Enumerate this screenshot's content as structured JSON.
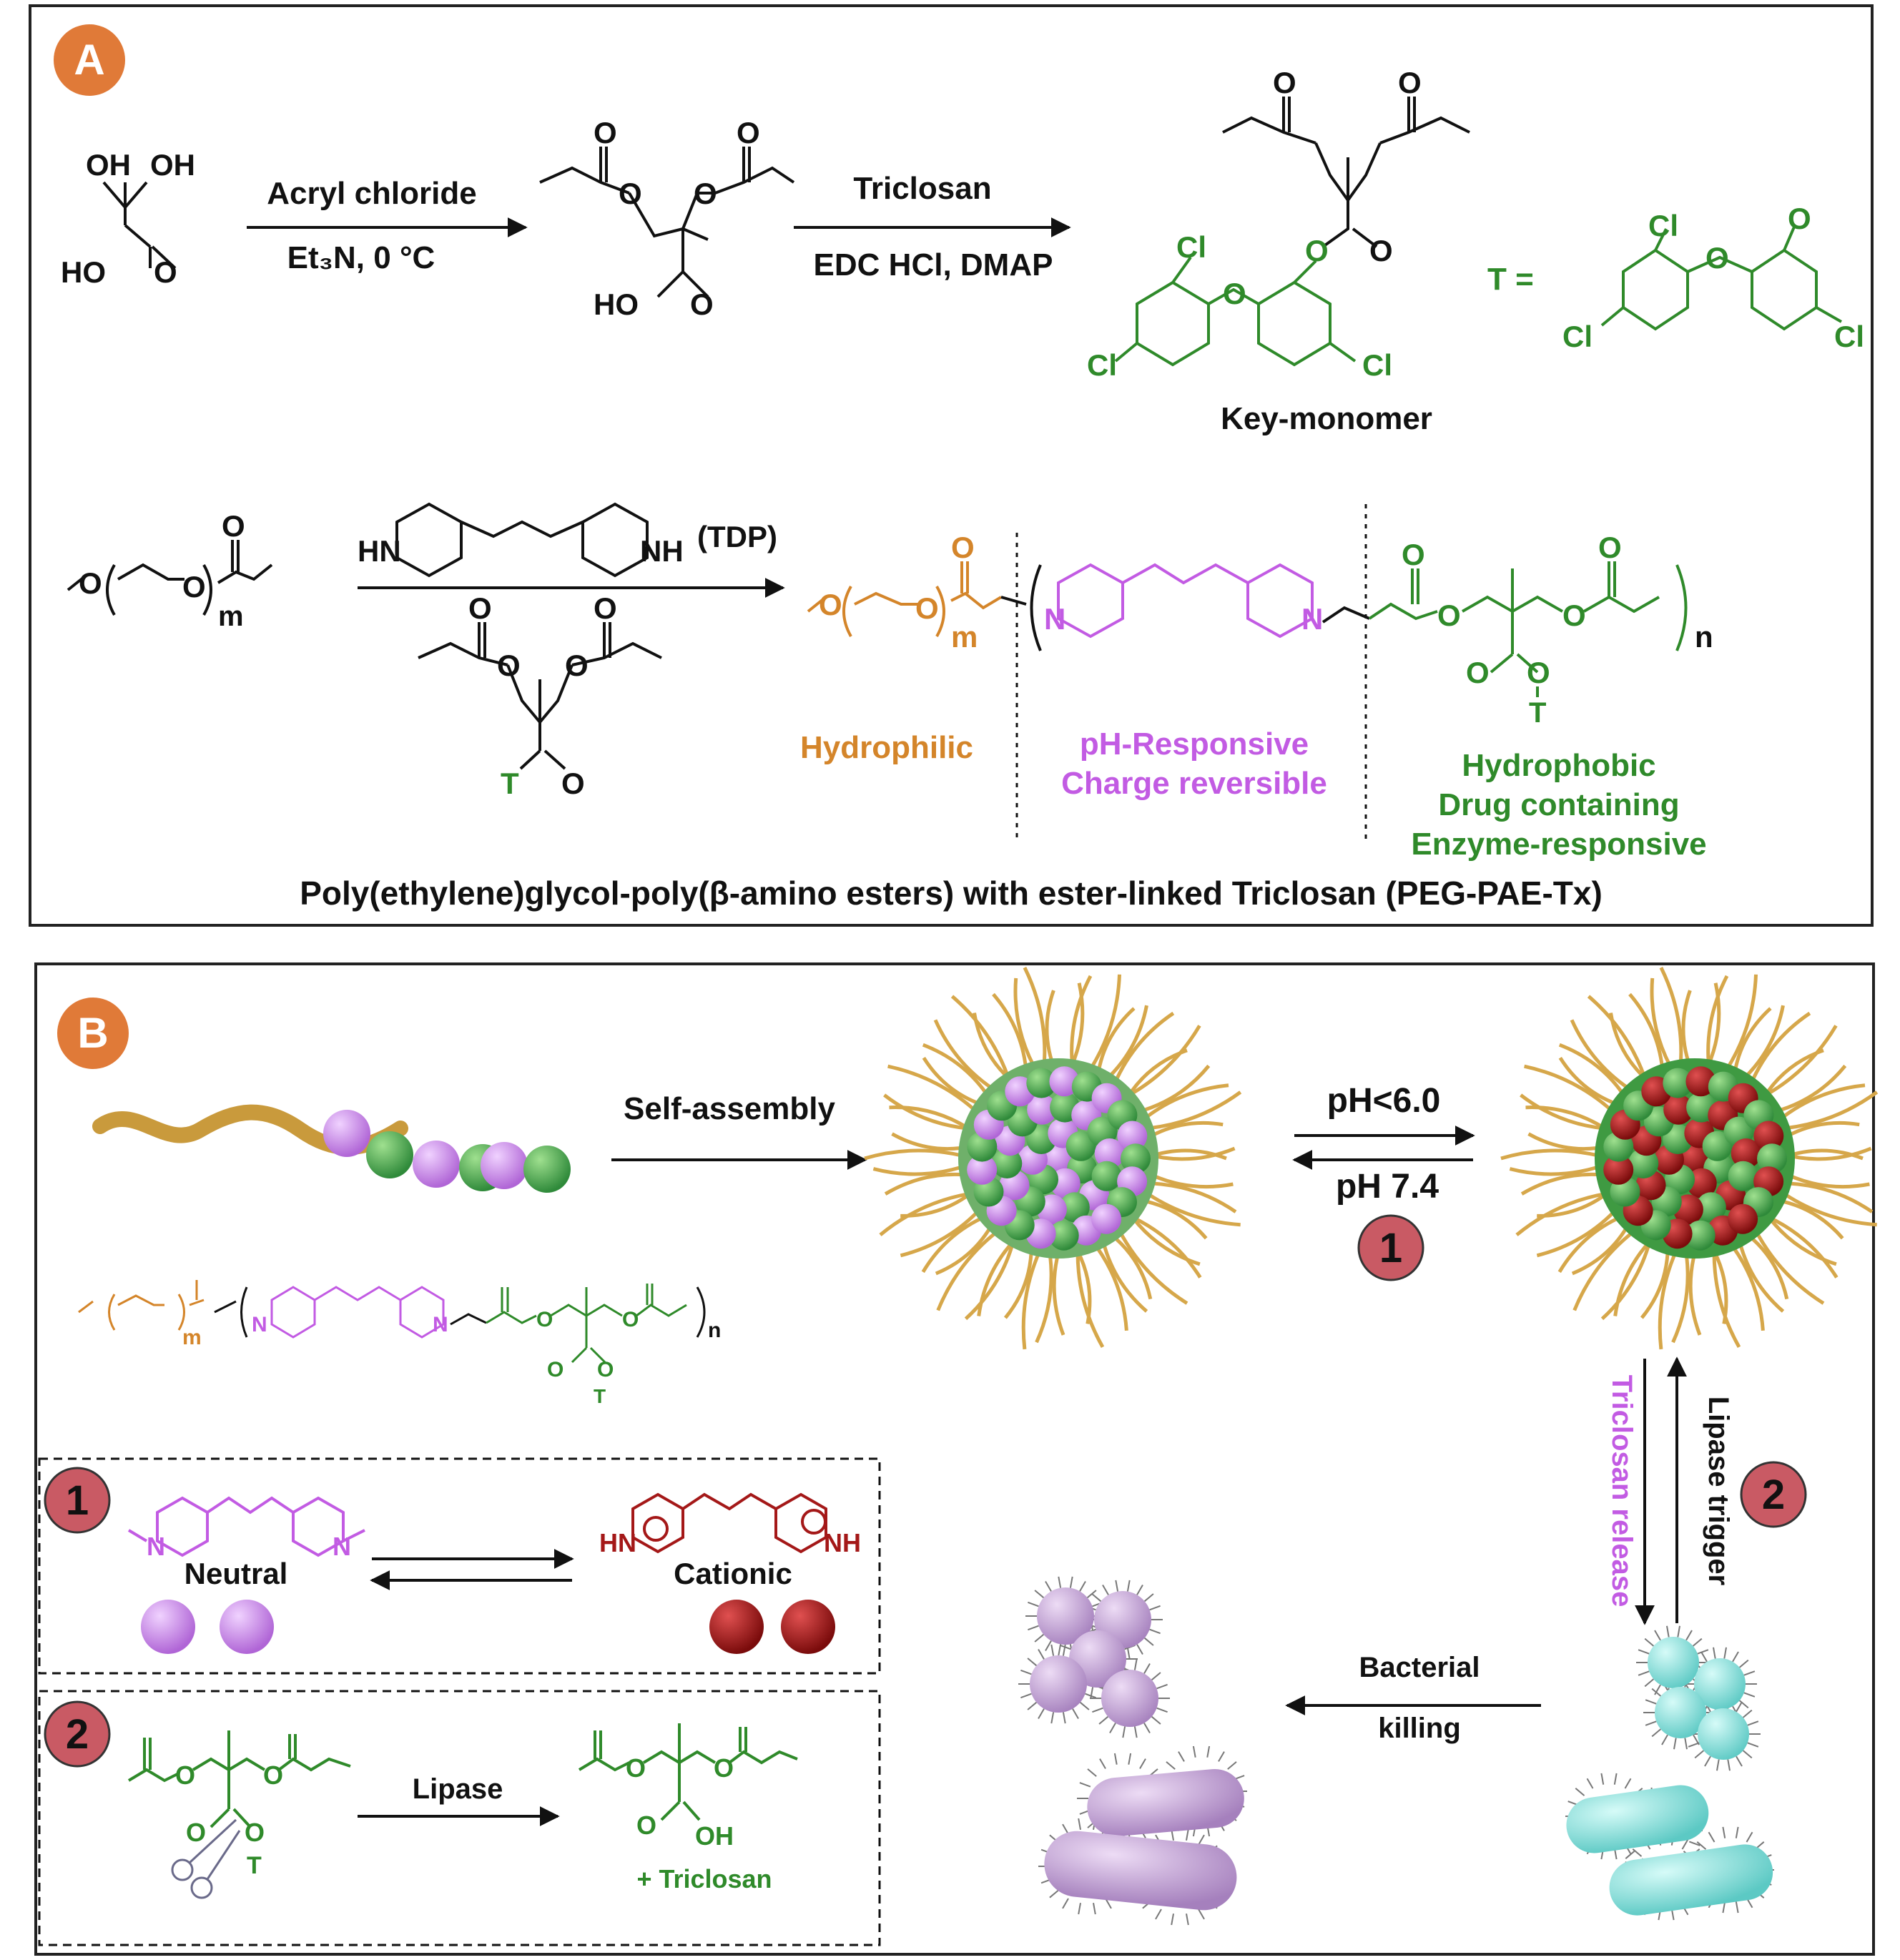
{
  "colors": {
    "hydrophilic": "#d4852a",
    "ph_responsive": "#c25be3",
    "hydrophobic": "#2f8a2a",
    "cationic": "#a41818",
    "released_bacteria": "#7ee0dc",
    "bacteria": "#c9a6d9",
    "badge_orange": "#e07a38",
    "badge_red": "#c95a64"
  },
  "panel_a": {
    "badge": "A",
    "reagent1_top": "Acryl chloride",
    "reagent1_bottom": "Et₃N, 0 °C",
    "reagent2_top": "Triclosan",
    "reagent2_bottom": "EDC HCl, DMAP",
    "oh1": "OH",
    "oh2": "OH",
    "ho": "HO",
    "o": "O",
    "cl": "Cl",
    "t_eq": "T =",
    "t": "T",
    "key_monomer": "Key-monomer",
    "hn": "HN",
    "nh": "NH",
    "tdp": "(TDP)",
    "n_atom": "N",
    "sub_m": "m",
    "sub_n": "n",
    "hydrophilic": "Hydrophilic",
    "ph_responsive": "pH-Responsive",
    "charge_reversible": "Charge reversible",
    "hydrophobic": "Hydrophobic",
    "drug_containing": "Drug containing",
    "enzyme_responsive": "Enzyme-responsive",
    "caption": "Poly(ethylene)glycol-poly(β-amino esters) with ester-linked Triclosan (PEG-PAE-Tx)"
  },
  "panel_b": {
    "badge": "B",
    "self_assembly": "Self-assembly",
    "ph_low": "pH<6.0",
    "ph_neutral": "pH 7.4",
    "step1": "1",
    "step2": "2",
    "triclosan_release": "Triclosan release",
    "lipase_trigger": "Lipase trigger",
    "bacterial": "Bacterial",
    "killing": "killing",
    "neutral": "Neutral",
    "cationic": "Cationic",
    "lipase": "Lipase",
    "plus_triclosan": "+ Triclosan",
    "hn_plus": "HN",
    "nh_plus": "NH",
    "oh": "OH",
    "o": "O",
    "t": "T",
    "n_atom": "N",
    "sub_m": "m",
    "sub_n": "n"
  }
}
